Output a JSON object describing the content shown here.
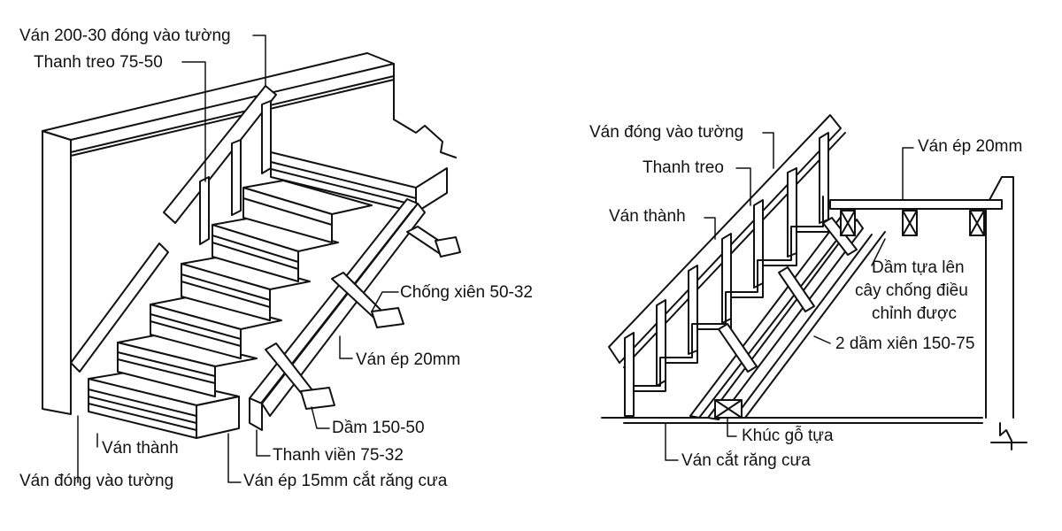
{
  "left_diagram": {
    "labels": {
      "wall_board": "Ván 200-30 đóng vào tường",
      "hanger": "Thanh treo 75-50",
      "brace": "Chống xiên 50-32",
      "plywood": "Ván ép 20mm",
      "beam": "Dầm 150-50",
      "edge_strip": "Thanh viền 75-32",
      "side_board": "Ván thành",
      "wall_board_lower": "Ván đóng vào tường",
      "sawtooth_plywood": "Ván ép 15mm cắt răng cưa"
    }
  },
  "right_diagram": {
    "labels": {
      "wall_board": "Ván đóng vào tường",
      "hanger": "Thanh treo",
      "side_board": "Ván thành",
      "plywood": "Ván ép 20mm",
      "support_beam_line1": "Dầm tựa lên",
      "support_beam_line2": "cây chống điều",
      "support_beam_line3": "chỉnh được",
      "stringers": "2 dầm xiên 150-75",
      "support_block": "Khúc gỗ tựa",
      "sawtooth_board": "Ván cắt răng cưa"
    }
  }
}
